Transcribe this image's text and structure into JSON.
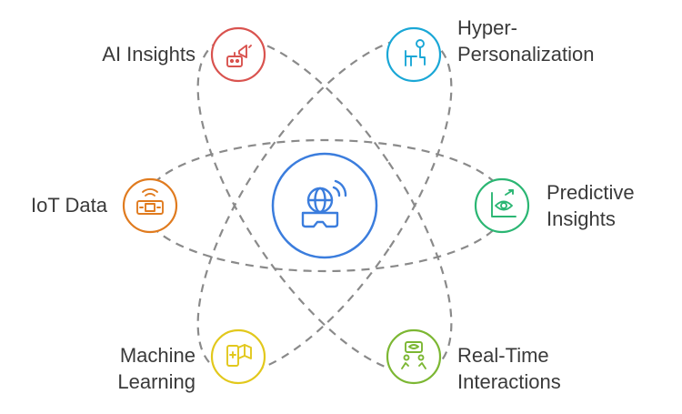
{
  "diagram": {
    "center": {
      "icon": "vr-headset-globe-icon",
      "color": "#3b7ddd"
    },
    "nodes": [
      {
        "id": "ai-insights",
        "lines": [
          "AI Insights"
        ],
        "color": "#d9534f",
        "icon": "robot-megaphone-icon"
      },
      {
        "id": "hyper-personalization",
        "lines": [
          "Hyper-",
          "Personalization"
        ],
        "color": "#1aa7d6",
        "icon": "person-at-desk-icon"
      },
      {
        "id": "iot-data",
        "lines": [
          "IoT Data"
        ],
        "color": "#e07b1f",
        "icon": "wireless-device-icon"
      },
      {
        "id": "predictive-insights",
        "lines": [
          "Predictive",
          "Insights"
        ],
        "color": "#2bb673",
        "icon": "eye-chart-icon"
      },
      {
        "id": "machine-learning",
        "lines": [
          "Machine",
          "Learning"
        ],
        "color": "#e2c81c",
        "icon": "phone-book-icon"
      },
      {
        "id": "real-time-interactions",
        "lines": [
          "Real-Time",
          "Interactions"
        ],
        "color": "#7cb733",
        "icon": "people-screen-icon"
      }
    ],
    "orbit_color": "#8a8a8a"
  }
}
